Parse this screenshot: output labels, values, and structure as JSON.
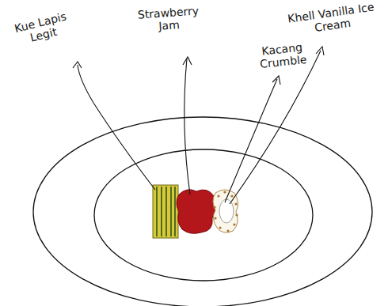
{
  "diagram": {
    "labels": [
      "Kue Lapis Legit",
      "Strawberry Jam",
      "Kacang Crumble",
      "Khell Vanilla Ice Cream"
    ]
  }
}
